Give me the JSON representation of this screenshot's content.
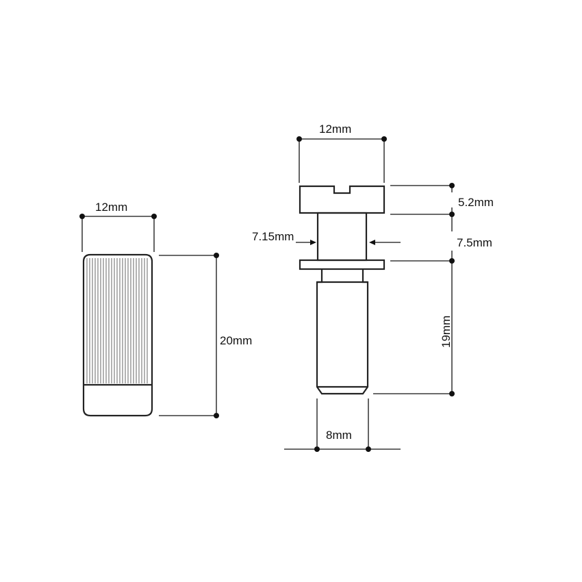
{
  "knob": {
    "width_label": "12mm",
    "height_label": "20mm"
  },
  "screw": {
    "head_width_label": "12mm",
    "head_height_label": "5.2mm",
    "shaft_diameter_label": "7.15mm",
    "shaft_height_label": "7.5mm",
    "stem_length_label": "19mm",
    "stem_width_label": "8mm"
  }
}
